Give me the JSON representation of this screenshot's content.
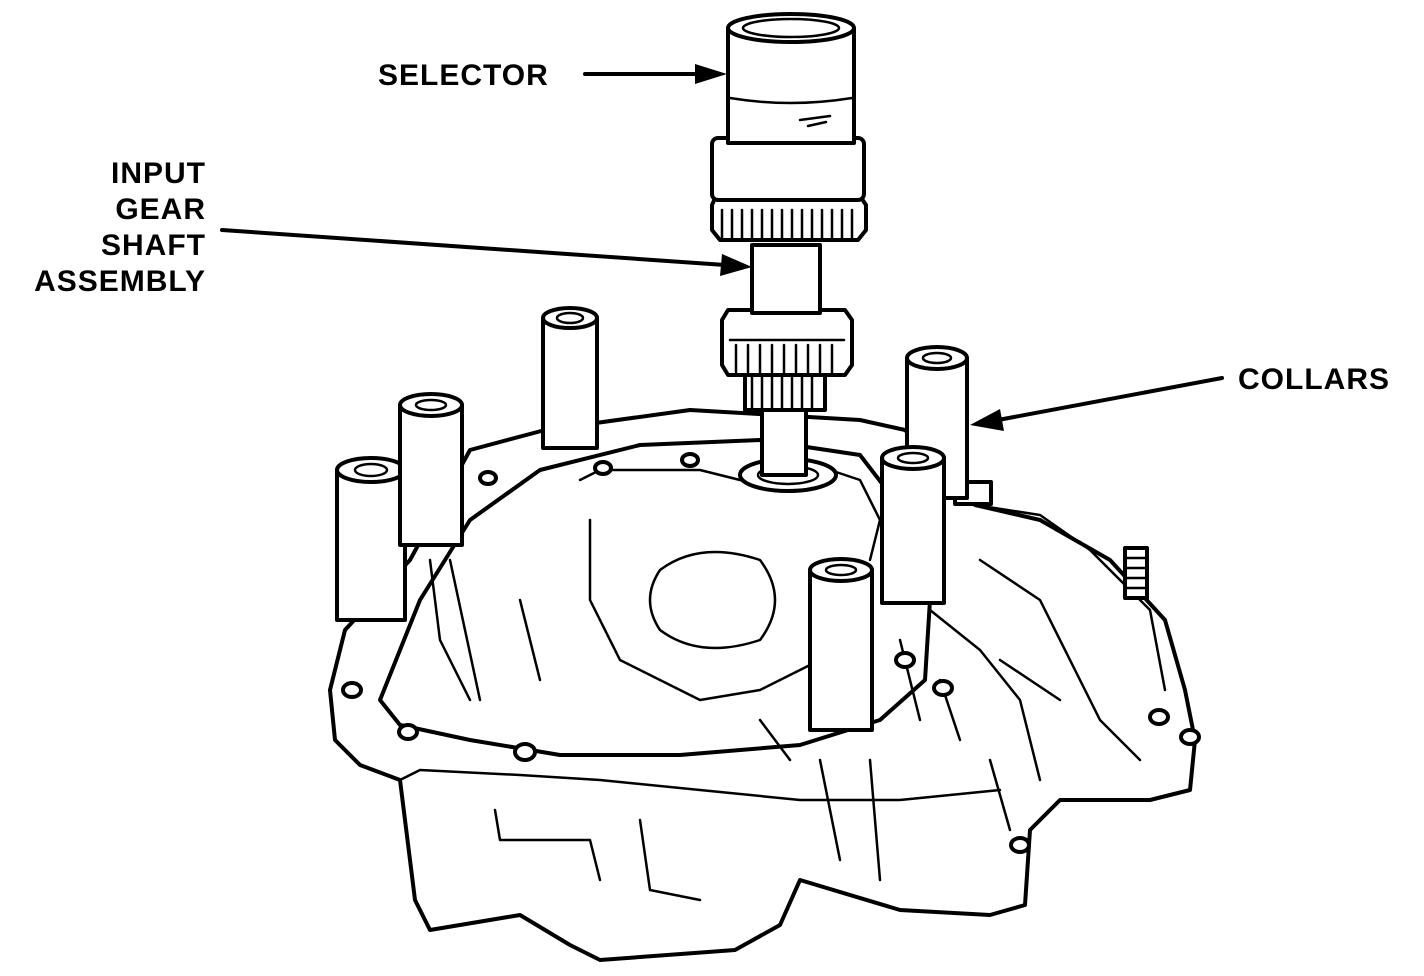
{
  "labels": {
    "selector": "SELECTOR",
    "input_gear_shaft_assembly": [
      "INPUT",
      "GEAR",
      "SHAFT",
      "ASSEMBLY"
    ],
    "collars": "COLLARS"
  },
  "colors": {
    "ink": "#000000",
    "paper": "#ffffff"
  }
}
